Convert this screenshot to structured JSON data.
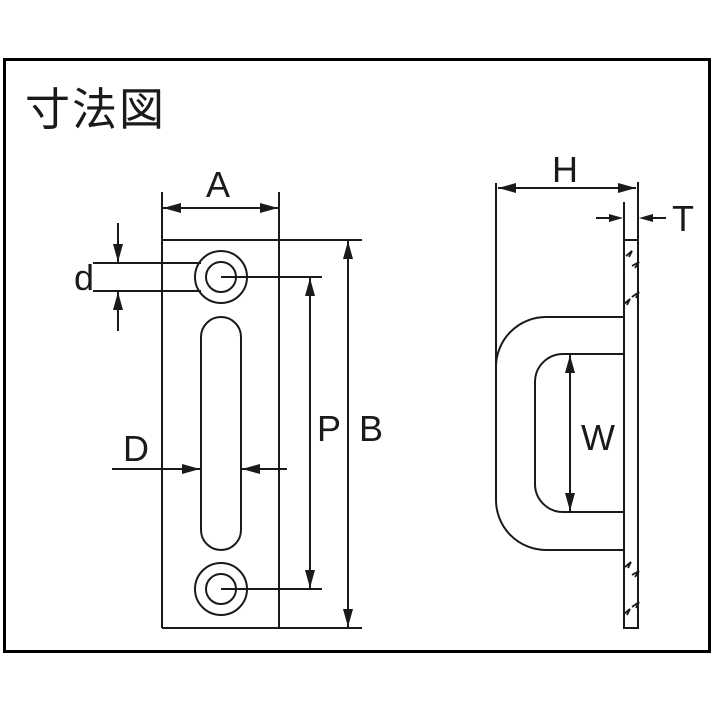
{
  "title": "寸法図",
  "colors": {
    "line": "#1a1a1a",
    "frame": "#000000",
    "background": "#ffffff"
  },
  "views": {
    "front": {
      "labels": {
        "width": "A",
        "hole_diameter": "d",
        "slot_width": "D",
        "hole_pitch": "P",
        "overall_height": "B"
      }
    },
    "side": {
      "labels": {
        "depth": "H",
        "plate_thickness": "T",
        "inner_width": "W"
      }
    }
  }
}
